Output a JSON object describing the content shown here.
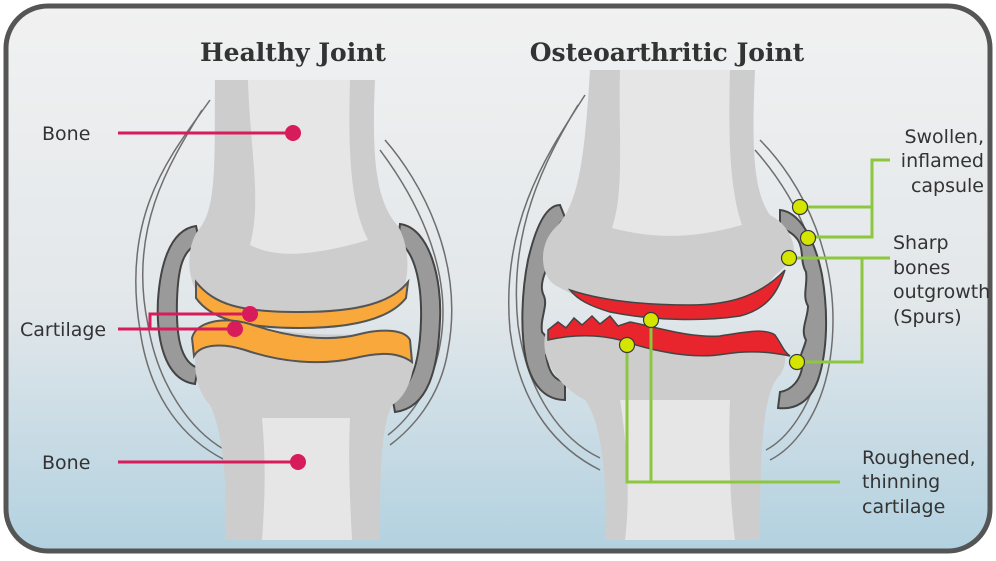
{
  "titles": {
    "healthy": "Healthy Joint",
    "osteo": "Osteoarthritic Joint"
  },
  "healthy_labels": {
    "bone_top": "Bone",
    "cartilage": "Cartilage",
    "bone_bottom": "Bone"
  },
  "osteo_labels": {
    "capsule": [
      "Swollen,",
      "inflamed",
      "capsule"
    ],
    "spurs": [
      "Sharp",
      "bones",
      "outgrowth",
      "(Spurs)"
    ],
    "cartilage": [
      "Roughened,",
      "thinning",
      "cartilage"
    ]
  },
  "colors": {
    "frame_border": "#555555",
    "bone": "#cdcdcd",
    "bone_core": "#e6e6e6",
    "cartilage_healthy": "#f9a93b",
    "cartilage_damaged": "#e8252d",
    "capsule_fill": "#999999",
    "healthy_pointer": "#d81b5a",
    "osteo_pointer": "#8dc63f",
    "osteo_dot": "#d4e600"
  }
}
